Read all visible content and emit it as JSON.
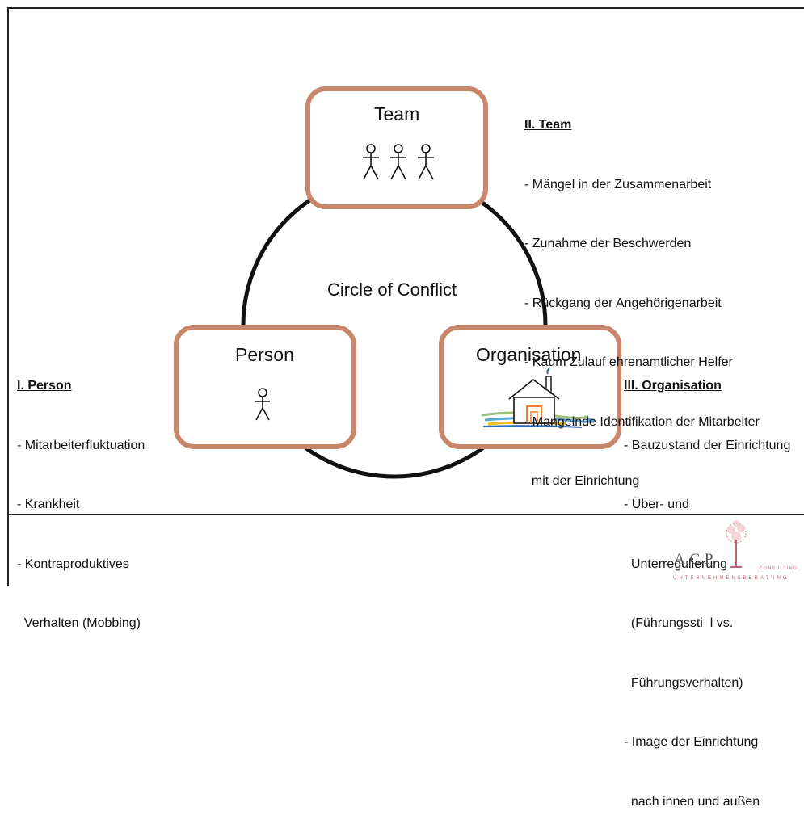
{
  "diagram": {
    "center_label": "Circle of Conflict",
    "nodes": {
      "team": {
        "label": "Team",
        "icon": "three-people-icon"
      },
      "person": {
        "label": "Person",
        "icon": "person-icon"
      },
      "organisation": {
        "label": "Organisation",
        "icon": "house-icon"
      }
    },
    "colors": {
      "box_border": "#c8866a",
      "circle": "#111111"
    }
  },
  "notes": {
    "team": {
      "heading": "II. Team",
      "items": [
        "- Mängel in der Zusammenarbeit",
        "- Zunahme der Beschwerden",
        "- Rückgang der Angehörigenarbeit",
        "- Kaum Zulauf ehrenamtlicher Helfer",
        "- Mangelnde Identifikation der Mitarbeiter",
        "  mit der Einrichtung"
      ]
    },
    "person": {
      "heading": "I. Person",
      "items": [
        "- Mitarbeiterfluktuation",
        "- Krankheit",
        "- Kontraproduktives",
        "  Verhalten (Mobbing)"
      ]
    },
    "organisation": {
      "heading": "III. Organisation",
      "items": [
        "- Bauzustand der Einrichtung",
        "- Über- und",
        "  Unterregulierung",
        "  (Führungssti  l vs.",
        "  Führungsverhalten)",
        "- Image der Einrichtung",
        "  nach innen und außen"
      ]
    }
  },
  "logo": {
    "name": "A.C.P.",
    "consulting": "CONSULTING",
    "subtitle": "UNTERNEHMENSBERATUNG"
  }
}
